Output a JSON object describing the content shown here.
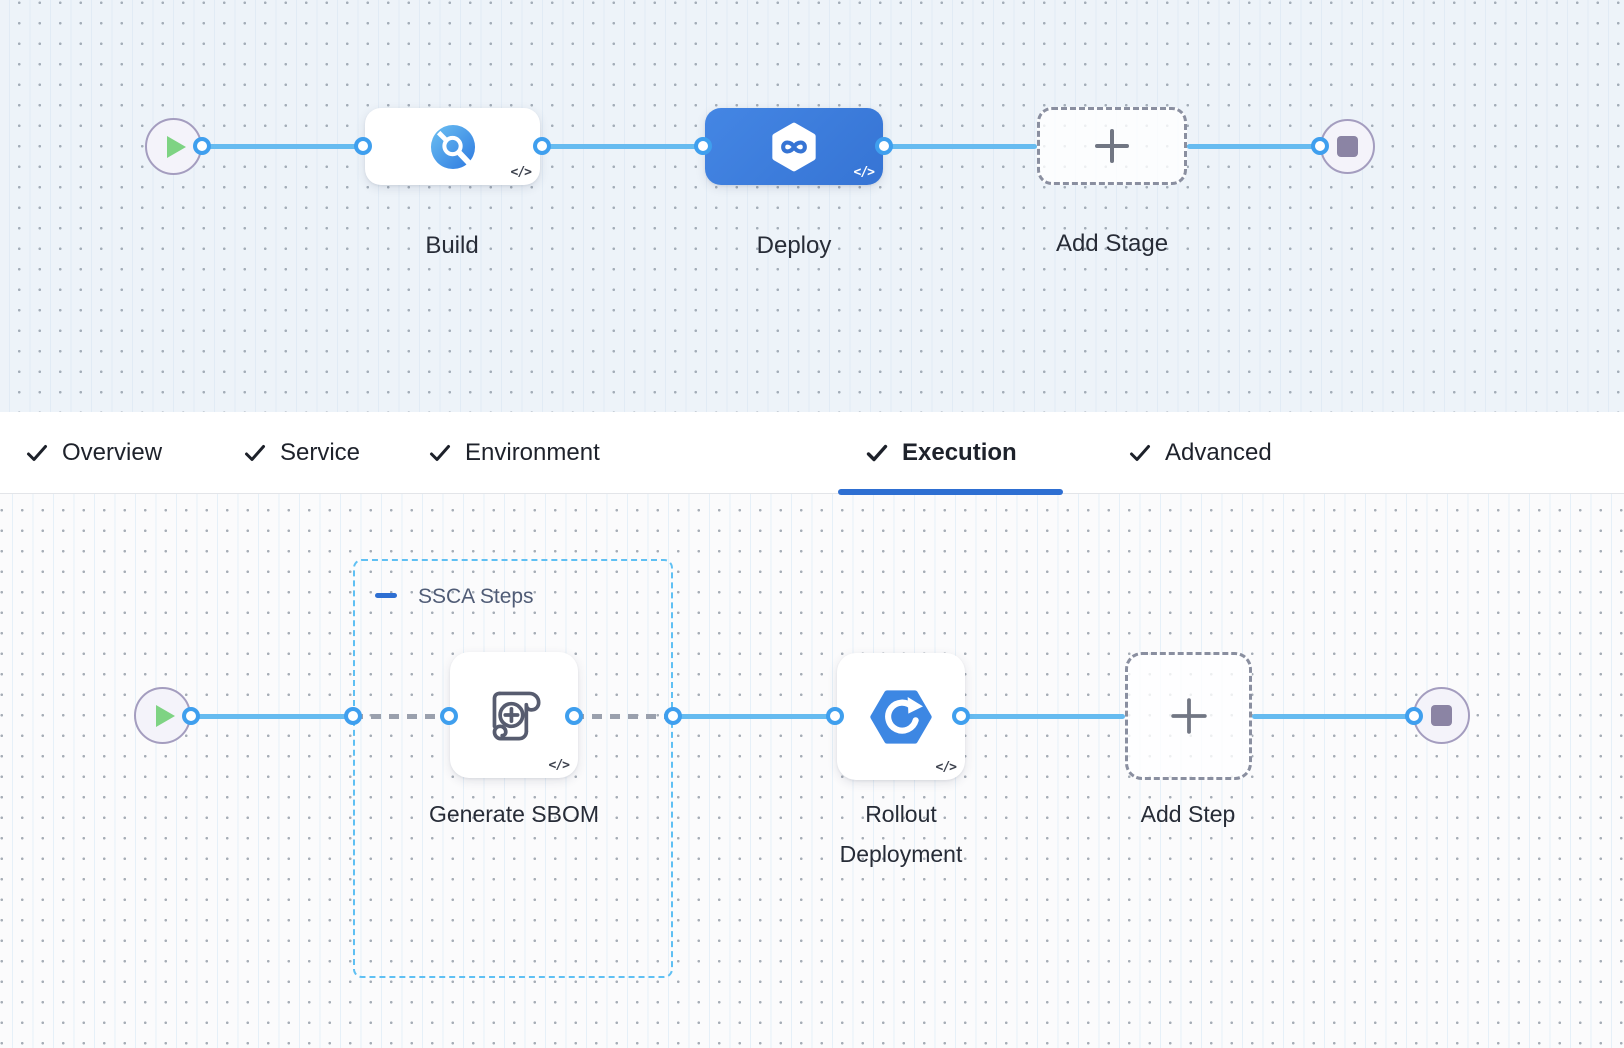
{
  "icons": {
    "code_badge": "</>"
  },
  "stage_pipeline": {
    "stages": [
      {
        "label": "Build",
        "icon": "ci-build-icon",
        "selected": false
      },
      {
        "label": "Deploy",
        "icon": "cd-deploy-icon",
        "selected": true
      }
    ],
    "add_stage": "Add Stage"
  },
  "tabs": {
    "items": [
      {
        "label": "Overview",
        "checked": true
      },
      {
        "label": "Service",
        "checked": true
      },
      {
        "label": "Environment",
        "checked": true
      },
      {
        "label": "Execution",
        "checked": true
      },
      {
        "label": "Advanced",
        "checked": true
      }
    ],
    "active": "Execution"
  },
  "execution_pipeline": {
    "group": {
      "label": "SSCA Steps",
      "collapsed": false
    },
    "steps": [
      {
        "label": "Generate SBOM",
        "icon": "sbom-scroll-icon"
      },
      {
        "label": "Rollout Deployment",
        "icon": "rollout-icon"
      }
    ],
    "add_step": "Add Step"
  },
  "colors": {
    "selected_stage": "#3b7dd8",
    "connector": "#66bbf0",
    "connector_dashed": "#9aa0ad",
    "tab_underline": "#2e6fd2",
    "group_border": "#5fc0f3",
    "canvas_top_bg": "#edf3f9",
    "canvas_bottom_bg": "#fbfbfc"
  }
}
